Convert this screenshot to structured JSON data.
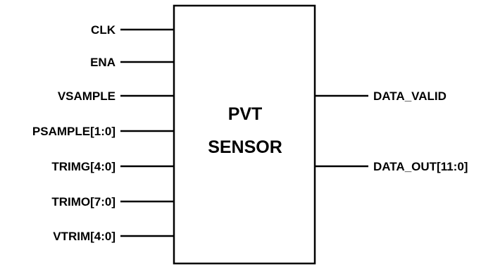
{
  "block": {
    "title_line1": "PVT",
    "title_line2": "SENSOR"
  },
  "inputs": [
    {
      "label": "CLK"
    },
    {
      "label": "ENA"
    },
    {
      "label": "VSAMPLE"
    },
    {
      "label": "PSAMPLE[1:0]"
    },
    {
      "label": "TRIMG[4:0]"
    },
    {
      "label": "TRIMO[7:0]"
    },
    {
      "label": "VTRIM[4:0]"
    }
  ],
  "outputs": [
    {
      "label": "DATA_VALID"
    },
    {
      "label": "DATA_OUT[11:0]"
    }
  ],
  "colors": {
    "stroke": "#000000",
    "background": "#ffffff"
  }
}
